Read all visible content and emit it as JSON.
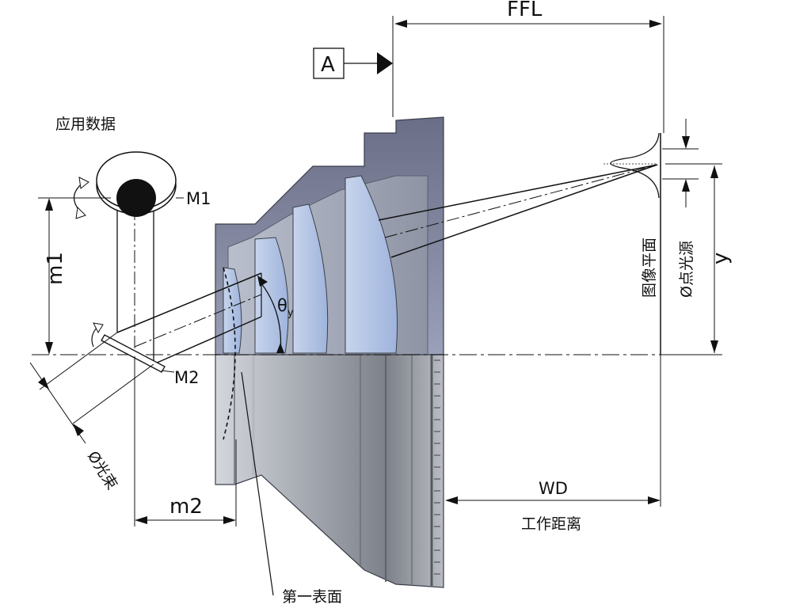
{
  "title": "应用数据",
  "labels": {
    "ffl": "FFL",
    "datum": "A",
    "m1_mirror": "M1",
    "m2_mirror": "M2",
    "m1_distance": "m1",
    "m2_distance": "m2",
    "theta_y_main": "θ",
    "theta_y_sub": "y",
    "image_plane": "图像平面",
    "point_source": "Ø点光源",
    "y": "y",
    "wd": "WD",
    "working_distance": "工作距离",
    "first_surface": "第一表面",
    "beam_diameter": "Ø光束"
  }
}
